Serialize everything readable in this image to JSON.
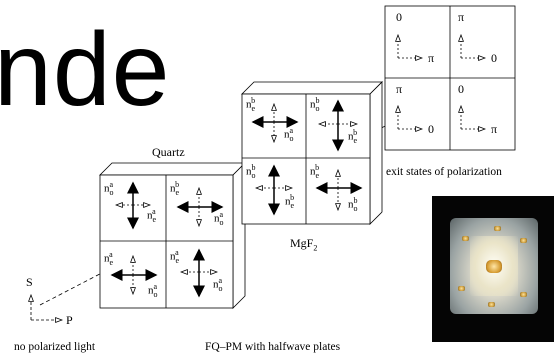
{
  "title_fragment": "nde",
  "labels": {
    "quartz": "Quartz",
    "mgf2": "MgF",
    "mgf2_sub": "2",
    "exit_states": "exit states of polarization",
    "no_polarized": "no polarized light",
    "fqpm": "FQ–PM with halfwave plates",
    "axis_s": "S",
    "axis_p": "P"
  },
  "exit_states": [
    "0",
    "π",
    "π",
    "0"
  ],
  "exit_arrow_labels": [
    "π",
    "0",
    "0",
    "π"
  ],
  "quartz_cells": [
    {
      "n1": "n",
      "s1": "o",
      "sup1": "a",
      "n2": "n",
      "s2": "e",
      "sup2": "a"
    },
    {
      "n1": "n",
      "s1": "e",
      "sup1": "b",
      "n2": "n",
      "s2": "o",
      "sup2": "a"
    },
    {
      "n1": "n",
      "s1": "e",
      "sup1": "a",
      "n2": "n",
      "s2": "o",
      "sup2": "a"
    },
    {
      "n1": "n",
      "s1": "e",
      "sup1": "a",
      "n2": "n",
      "s2": "o",
      "sup2": "a"
    }
  ],
  "mgf_cells": [
    {
      "n1": "n",
      "s1": "e",
      "sup1": "b",
      "n2": "n",
      "s2": "o",
      "sup2": "a"
    },
    {
      "n1": "n",
      "s1": "o",
      "sup1": "b",
      "n2": "n",
      "s2": "e",
      "sup2": "b"
    },
    {
      "n1": "n",
      "s1": "o",
      "sup1": "b",
      "n2": "n",
      "s2": "e",
      "sup2": "b"
    },
    {
      "n1": "n",
      "s1": "e",
      "sup1": "b",
      "n2": "n",
      "s2": "o",
      "sup2": "b"
    }
  ]
}
